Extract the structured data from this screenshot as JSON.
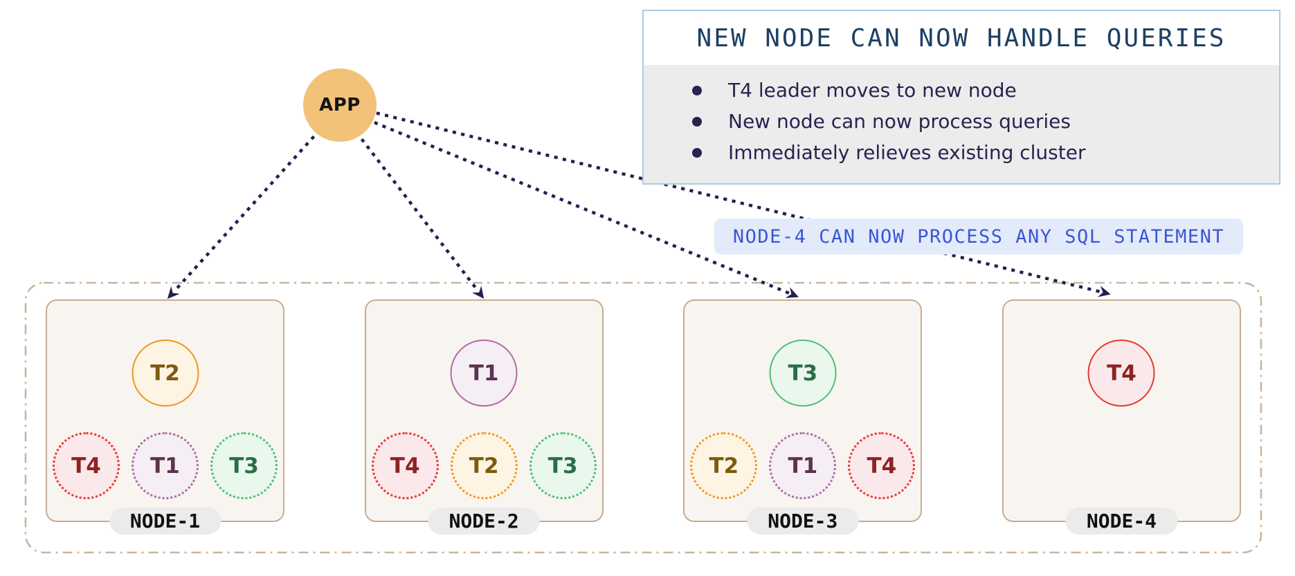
{
  "app": {
    "label": "APP"
  },
  "info_box": {
    "title": "NEW NODE CAN NOW HANDLE QUERIES",
    "bullets": [
      "T4 leader moves to new node",
      "New node can now process queries",
      "Immediately relieves existing cluster"
    ]
  },
  "callout": {
    "text": "NODE-4 CAN NOW PROCESS ANY SQL STATEMENT"
  },
  "nodes": [
    {
      "name": "NODE-1",
      "leader": "T2",
      "followers": [
        "T4",
        "T1",
        "T3"
      ]
    },
    {
      "name": "NODE-2",
      "leader": "T1",
      "followers": [
        "T4",
        "T2",
        "T3"
      ]
    },
    {
      "name": "NODE-3",
      "leader": "T3",
      "followers": [
        "T2",
        "T1",
        "T4"
      ]
    },
    {
      "name": "NODE-4",
      "leader": "T4",
      "followers": []
    }
  ],
  "palette": {
    "T1": {
      "border": "#b06ba2",
      "fill": "#f5eef4",
      "text": "#5c3350"
    },
    "T2": {
      "border": "#f0961e",
      "fill": "#fdf4e3",
      "text": "#7d5a10"
    },
    "T3": {
      "border": "#4fbe72",
      "fill": "#e9f7ed",
      "text": "#2a6e45"
    },
    "T4": {
      "border": "#e6392f",
      "fill": "#fbe8ea",
      "text": "#8c2322"
    }
  },
  "colors": {
    "arrow": "#232050",
    "app_fill": "#f2c279",
    "info_border": "#aecbe3",
    "info_title": "#1d3f63",
    "info_text": "#2b2150",
    "callout_text": "#3a56d4",
    "callout_bg": "#e3ebfb",
    "cluster_border": "#cbb49d",
    "node_border": "#c8ab93",
    "node_fill": "#f8f5f1"
  }
}
